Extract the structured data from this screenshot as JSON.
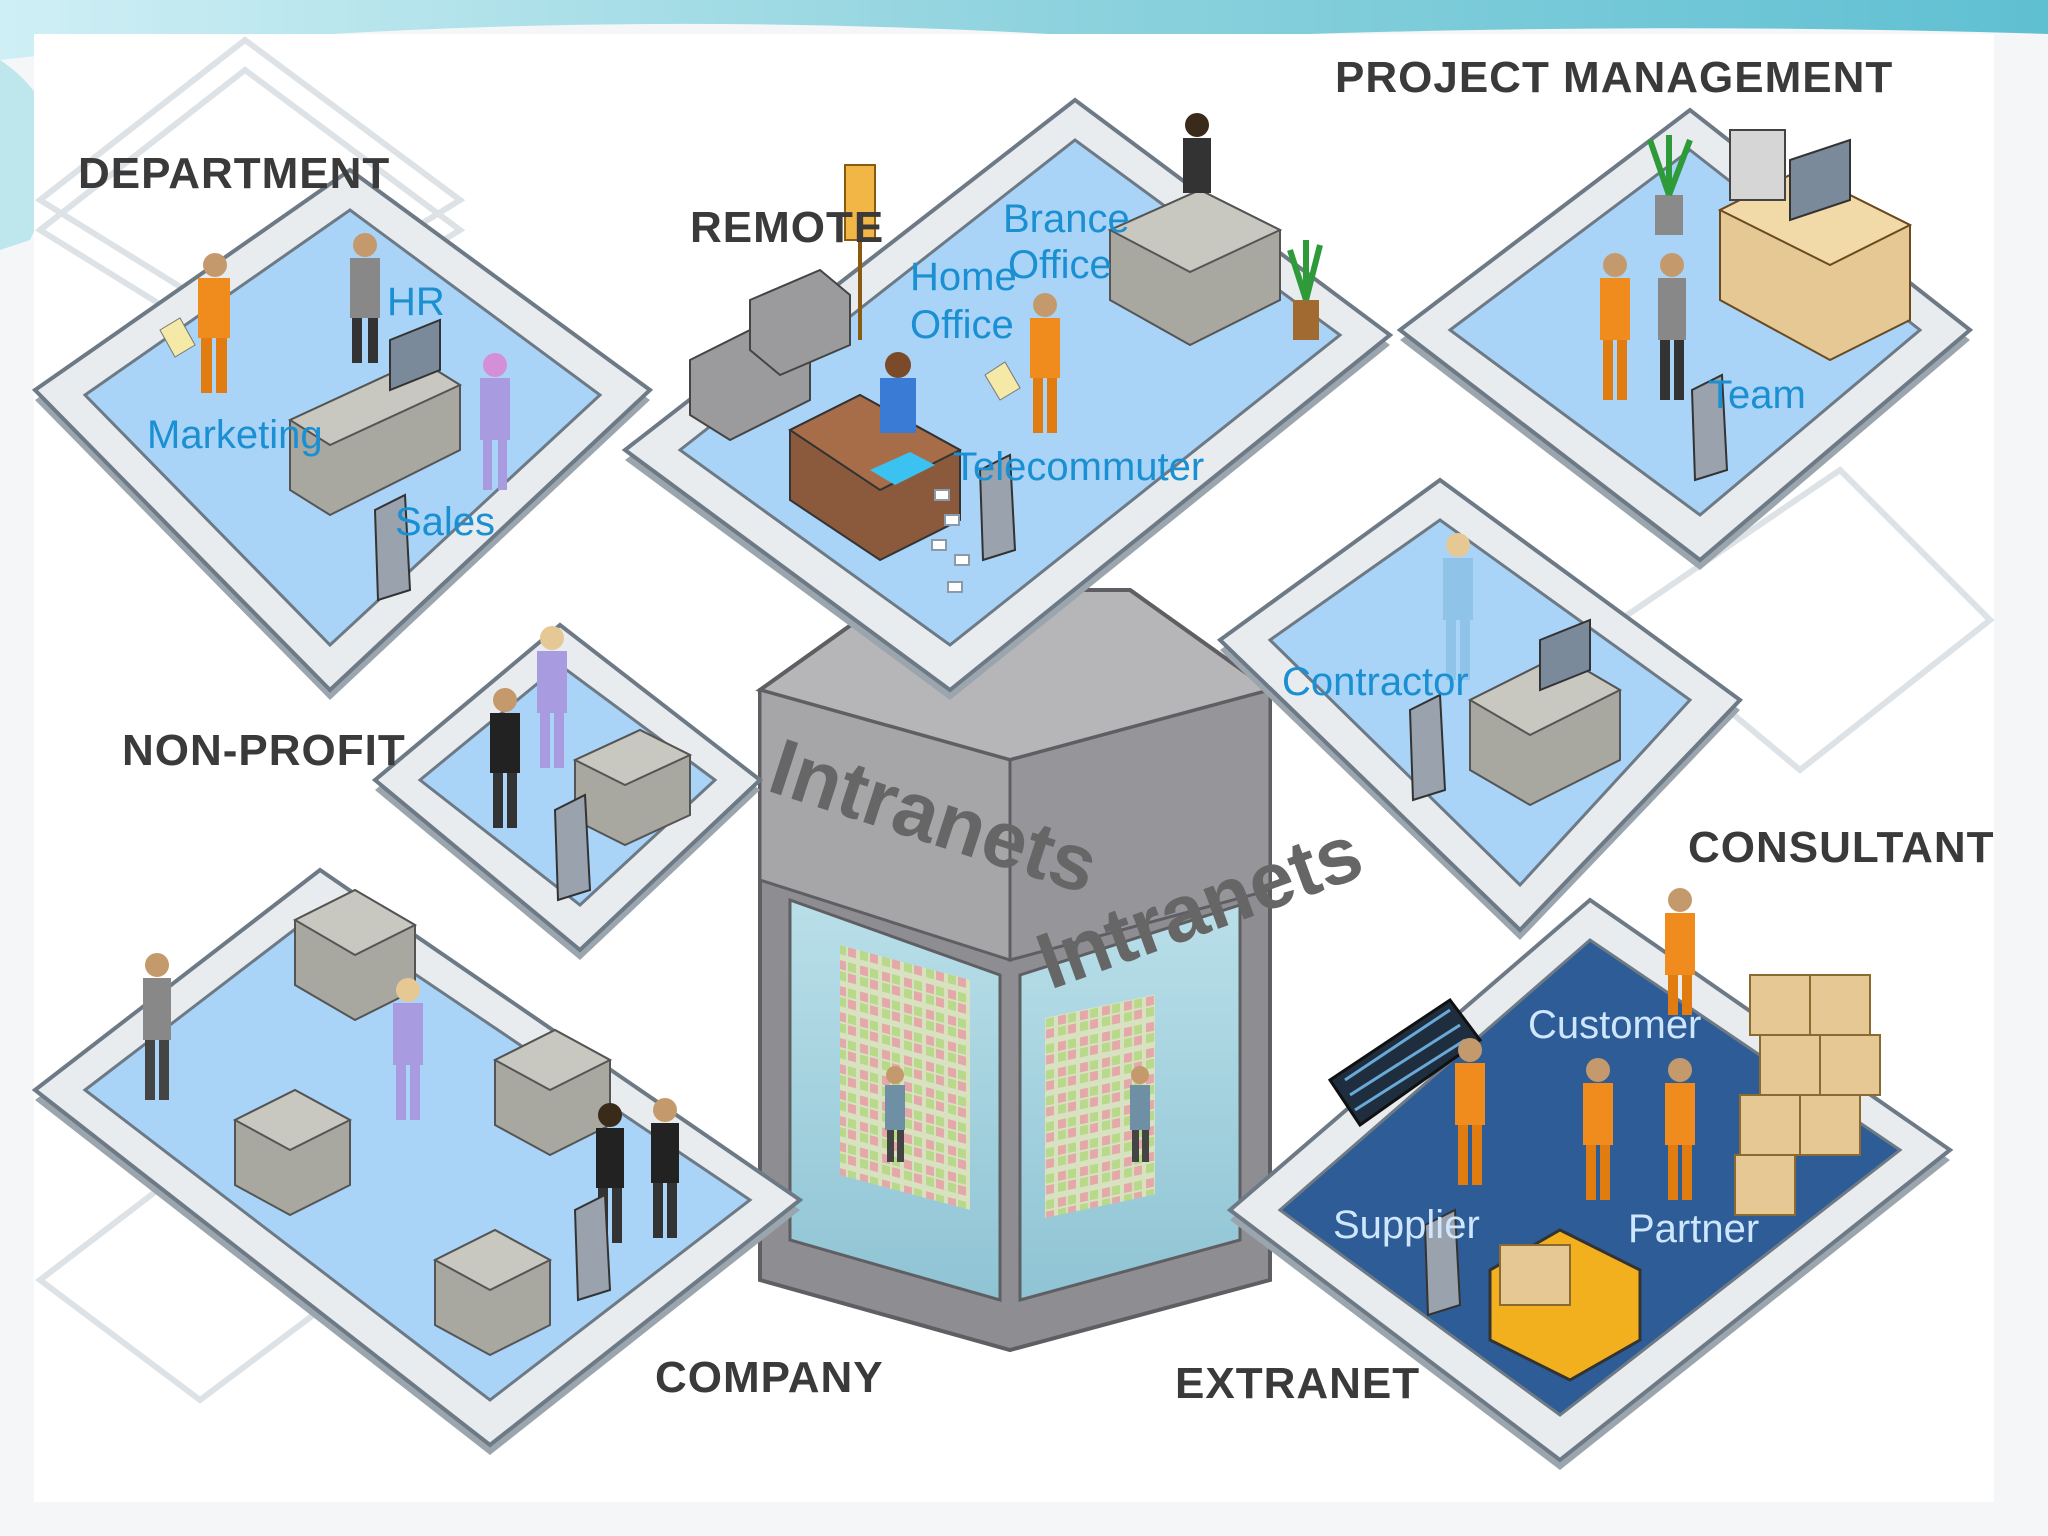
{
  "hub": {
    "label_left": "Intranets",
    "label_right": "Intranets"
  },
  "regions": {
    "department": {
      "title": "DEPARTMENT",
      "labels": [
        "HR",
        "Marketing",
        "Sales"
      ]
    },
    "remote": {
      "title": "REMOTE",
      "labels": [
        "Brance",
        "Office",
        "Home",
        "Office",
        "Telecommuter"
      ]
    },
    "project": {
      "title": "PROJECT MANAGEMENT",
      "labels": [
        "Team"
      ]
    },
    "nonprofit": {
      "title": "NON-PROFIT"
    },
    "consultant": {
      "title": "CONSULTANT",
      "labels": [
        "Contractor"
      ]
    },
    "company": {
      "title": "COMPANY"
    },
    "extranet": {
      "title": "EXTRANET",
      "labels": [
        "Customer",
        "Supplier",
        "Partner"
      ]
    }
  },
  "colors": {
    "platform_light": "#a9d4f7",
    "platform_dark": "#2e5c96",
    "frame": "#e8ecef",
    "frame_edge": "#8c98a4",
    "desk": "#a8a8a0",
    "person_orange": "#f08c1e",
    "hub_gray": "#a8a8ab",
    "header_teal": "#8fd3de"
  }
}
